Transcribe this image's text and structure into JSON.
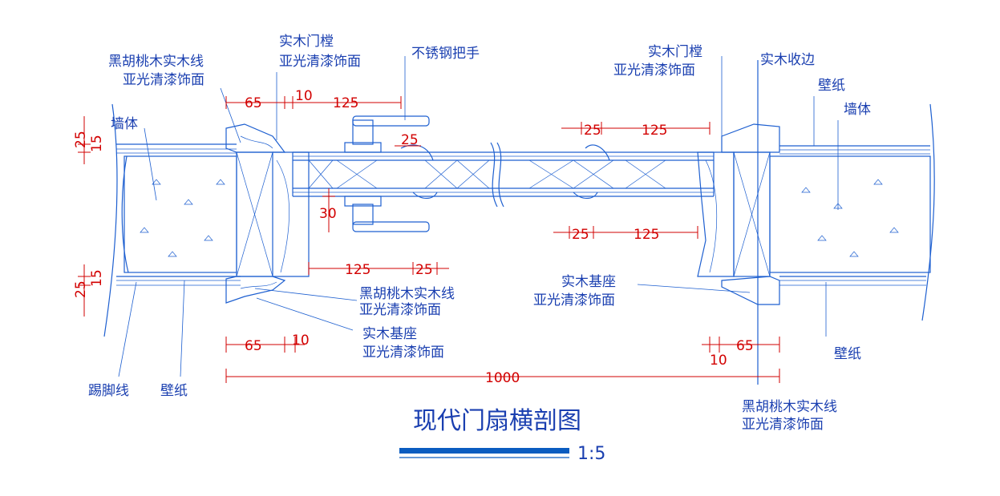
{
  "labels": {
    "walnut_line_tl_1": "黑胡桃木实木线",
    "walnut_line_tl_2": "亚光清漆饰面",
    "jamb_l_1": "实木门樘",
    "jamb_l_2": "亚光清漆饰面",
    "handle": "不锈钢把手",
    "jamb_r_1": "实木门樘",
    "jamb_r_2": "亚光清漆饰面",
    "edge_trim": "实木收边",
    "wallpaper_tr": "壁纸",
    "wall_l": "墙体",
    "wall_r": "墙体",
    "walnut_line_bl_1": "黑胡桃木实木线",
    "walnut_line_bl_2": "亚光清漆饰面",
    "base_bl_1": "实木基座",
    "base_bl_2": "亚光清漆饰面",
    "base_r_1": "实木基座",
    "base_r_2": "亚光清漆饰面",
    "skirting": "踢脚线",
    "wallpaper_bl": "壁纸",
    "wallpaper_br": "壁纸",
    "walnut_line_br_1": "黑胡桃木实木线",
    "walnut_line_br_2": "亚光清漆饰面"
  },
  "dimensions": {
    "d65_tl": "65",
    "d10_tl": "10",
    "d125_tl": "125",
    "d25_handle": "25",
    "d25_tr": "25",
    "d125_tr": "125",
    "d25_vl1": "25",
    "d15_vl1": "15",
    "d30": "30",
    "d25_mr": "25",
    "d125_mr": "125",
    "d125_bl": "125",
    "d25_bl": "25",
    "d25_vl2": "25",
    "d15_vl2": "15",
    "d65_bl": "65",
    "d10_bl": "10",
    "d10_br": "10",
    "d65_br": "65",
    "d1000": "1000"
  },
  "title": "现代门扇横剖图",
  "scale": "1:5",
  "colors": {
    "linework": "#1d5fd0",
    "dimensions": "#d20000",
    "text": "#1a3fb0",
    "title_bar": "#0a5cc0"
  }
}
